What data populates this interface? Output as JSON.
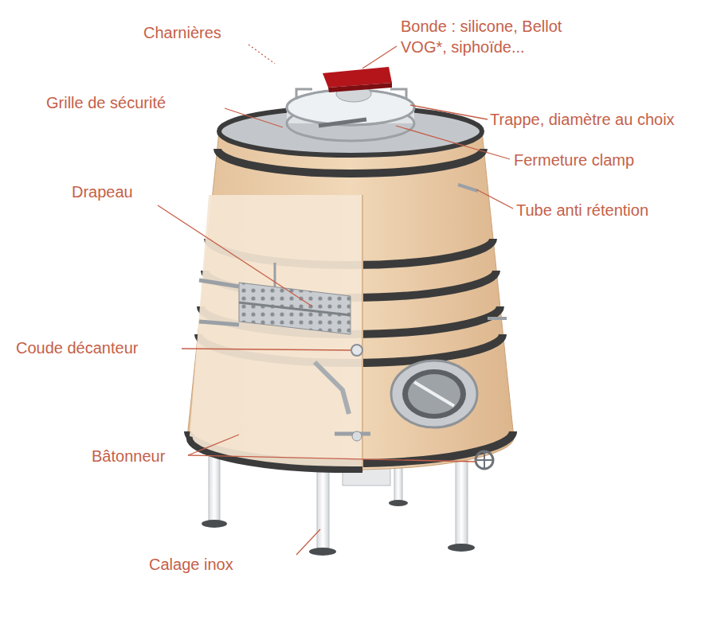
{
  "diagram": {
    "labels": [
      "Charnières",
      "Bonde : silicone, Bellot VOG*, siphoïde...",
      "Trappe, diamètre au choix",
      "Grille de sécurité",
      "Fermeture clamp",
      "Tube anti rétention",
      "Drapeau",
      "Coude décanteur",
      "Bâtonneur",
      "Calage inox"
    ]
  }
}
